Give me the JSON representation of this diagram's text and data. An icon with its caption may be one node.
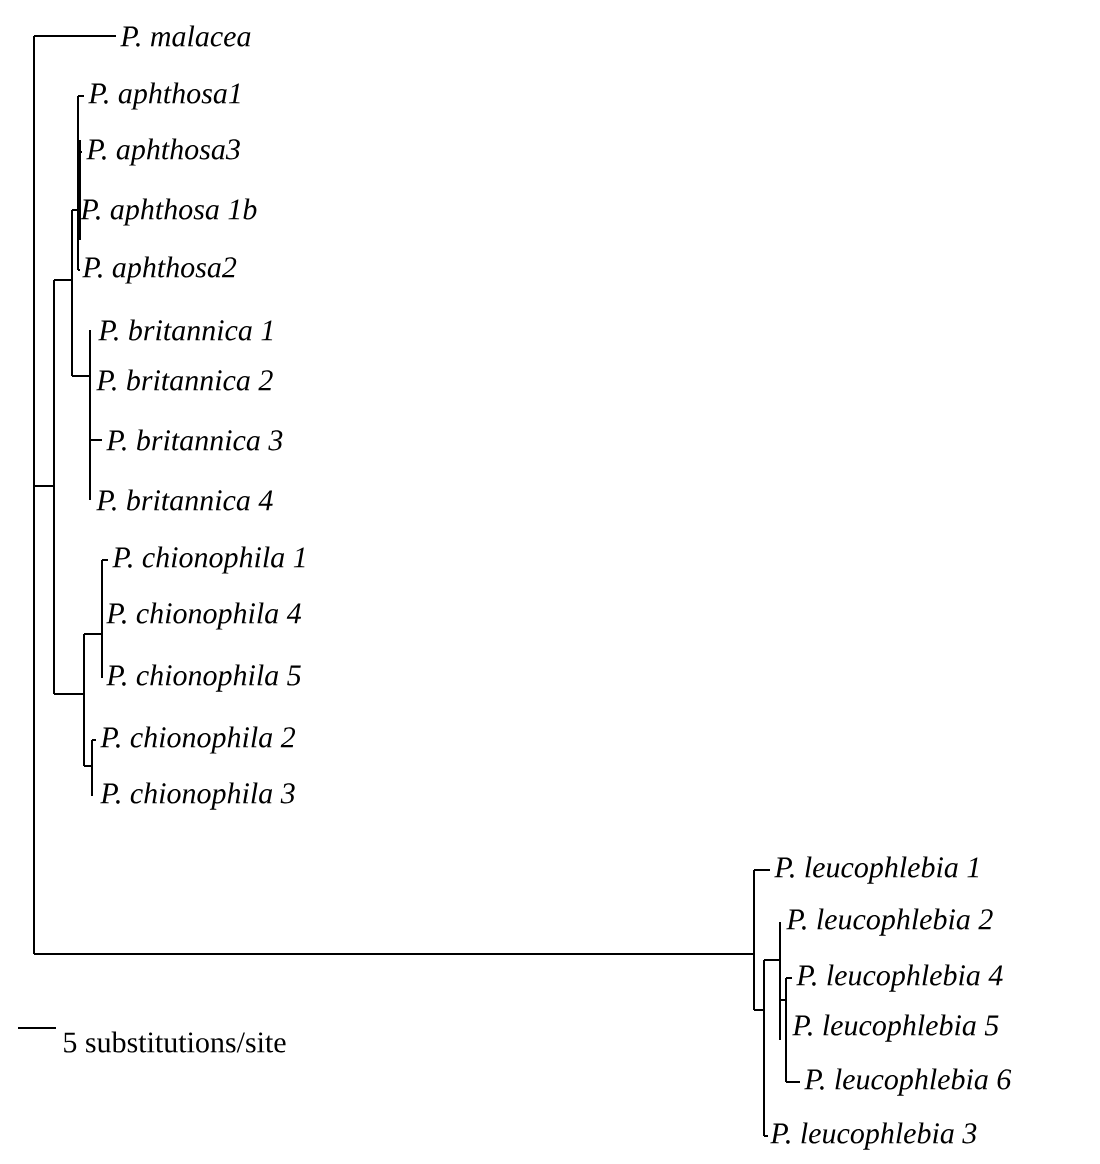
{
  "diagram": {
    "labels": [
      "*P. malacea*",
      "*P. aphthosa1*",
      "*P. aphthosa3*",
      "*P. aphthosa 1b*",
      "*P. aphthosa2*",
      "*P. britannica 1*",
      "*P. britannica 2*",
      "*P. britannica 3*",
      "*P. britannica 4*",
      "*P. chionophila 1*",
      "*P. chionophila 4*",
      "*P. chionophila 5*",
      "*P. chionophila 2*",
      "*P. chionophila 3*",
      "*P. leucophlebia 1*",
      "*P. leucophlebia 2*",
      "*P. leucophlebia 4*",
      "*P. leucophlebia 5*",
      "*P. leucophlebia 6*",
      "*P. leucophlebia 3*",
      "5 substitutions/site"
    ]
  }
}
